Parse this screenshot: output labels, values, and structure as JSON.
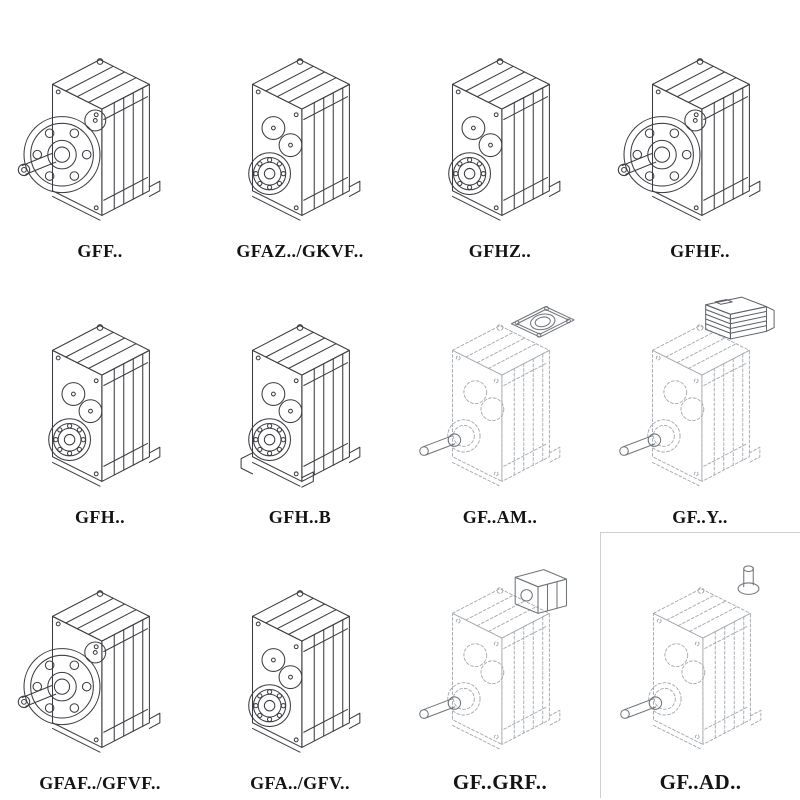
{
  "page": {
    "background": "#ffffff",
    "line_color_solid": "#3d3d42",
    "line_color_dashed": "#a6abb1"
  },
  "catalog": {
    "cells": [
      {
        "label": "GFF..",
        "variant": "flange-output-solid-shaft"
      },
      {
        "label": "GFAZ../GKVF..",
        "variant": "hollow-shaft"
      },
      {
        "label": "GFHZ..",
        "variant": "hollow-shaft"
      },
      {
        "label": "GFHF..",
        "variant": "flange-output"
      },
      {
        "label": "GFH..",
        "variant": "hollow-shaft"
      },
      {
        "label": "GFH..B",
        "variant": "hollow-shaft-foot-mounted"
      },
      {
        "label": "GF..AM..",
        "variant": "motor-adapter-flange"
      },
      {
        "label": "GF..Y..",
        "variant": "mounted-motor"
      },
      {
        "label": "GFAF../GFVF..",
        "variant": "flange-output"
      },
      {
        "label": "GFA../GFV..",
        "variant": "hollow-shaft"
      },
      {
        "label": "GF..GRF..",
        "variant": "gear-unit-adapter"
      },
      {
        "label": "GF..AD..",
        "variant": "input-shaft-adapter"
      }
    ]
  }
}
